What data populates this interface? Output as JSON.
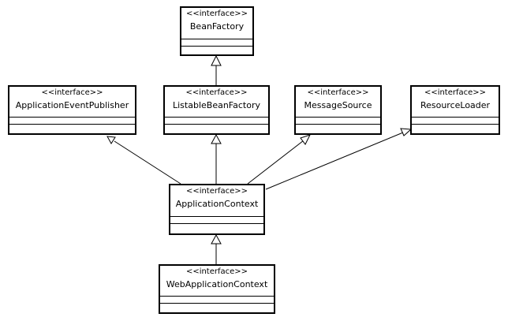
{
  "diagram": {
    "classes": [
      {
        "id": "bean-factory",
        "stereotype": "<<interface>>",
        "name": "BeanFactory"
      },
      {
        "id": "application-event-publisher",
        "stereotype": "<<interface>>",
        "name": "ApplicationEventPublisher"
      },
      {
        "id": "listable-bean-factory",
        "stereotype": "<<interface>>",
        "name": "ListableBeanFactory"
      },
      {
        "id": "message-source",
        "stereotype": "<<interface>>",
        "name": "MessageSource"
      },
      {
        "id": "resource-loader",
        "stereotype": "<<interface>>",
        "name": "ResourceLoader"
      },
      {
        "id": "application-context",
        "stereotype": "<<interface>>",
        "name": "ApplicationContext"
      },
      {
        "id": "web-application-context",
        "stereotype": "<<interface>>",
        "name": "WebApplicationContext"
      }
    ],
    "relations": [
      {
        "from": "listable-bean-factory",
        "to": "bean-factory",
        "type": "generalization"
      },
      {
        "from": "application-context",
        "to": "application-event-publisher",
        "type": "generalization"
      },
      {
        "from": "application-context",
        "to": "listable-bean-factory",
        "type": "generalization"
      },
      {
        "from": "application-context",
        "to": "message-source",
        "type": "generalization"
      },
      {
        "from": "application-context",
        "to": "resource-loader",
        "type": "generalization"
      },
      {
        "from": "web-application-context",
        "to": "application-context",
        "type": "generalization"
      }
    ]
  }
}
